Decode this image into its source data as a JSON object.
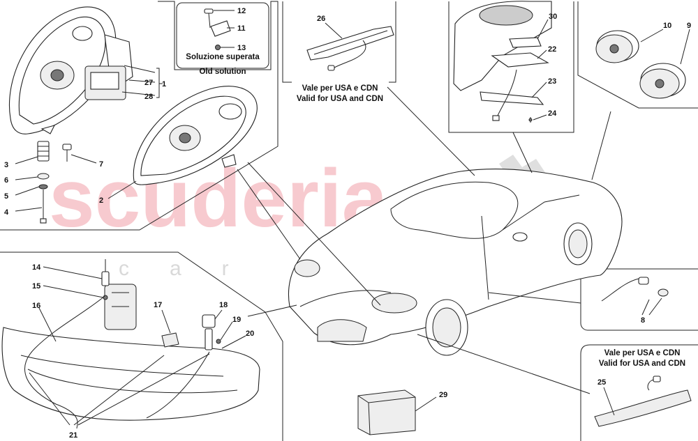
{
  "watermark": {
    "brand": "scuderia",
    "tagline": "car parts"
  },
  "notes": {
    "old_solution_it": "Soluzione superata",
    "old_solution_en": "Old solution",
    "usa_cdn_it_1": "Vale per USA e CDN",
    "usa_cdn_en_1": "Valid for USA and CDN",
    "usa_cdn_it_2": "Vale per USA e CDN",
    "usa_cdn_en_2": "Valid for USA and CDN"
  },
  "callouts": {
    "c1": "1",
    "c2": "2",
    "c3": "3",
    "c4": "4",
    "c5": "5",
    "c6": "6",
    "c7": "7",
    "c8": "8",
    "c9": "9",
    "c10": "10",
    "c11": "11",
    "c12": "12",
    "c13": "13",
    "c14": "14",
    "c15": "15",
    "c16": "16",
    "c17": "17",
    "c18": "18",
    "c19": "19",
    "c20": "20",
    "c21": "21",
    "c22": "22",
    "c23": "23",
    "c24": "24",
    "c25": "25",
    "c26": "26",
    "c27": "27",
    "c28": "28",
    "c29": "29",
    "c30": "30"
  },
  "colors": {
    "watermark_red": "#f2a0a8",
    "watermark_grey": "#d9d9d9",
    "line": "#222222"
  }
}
